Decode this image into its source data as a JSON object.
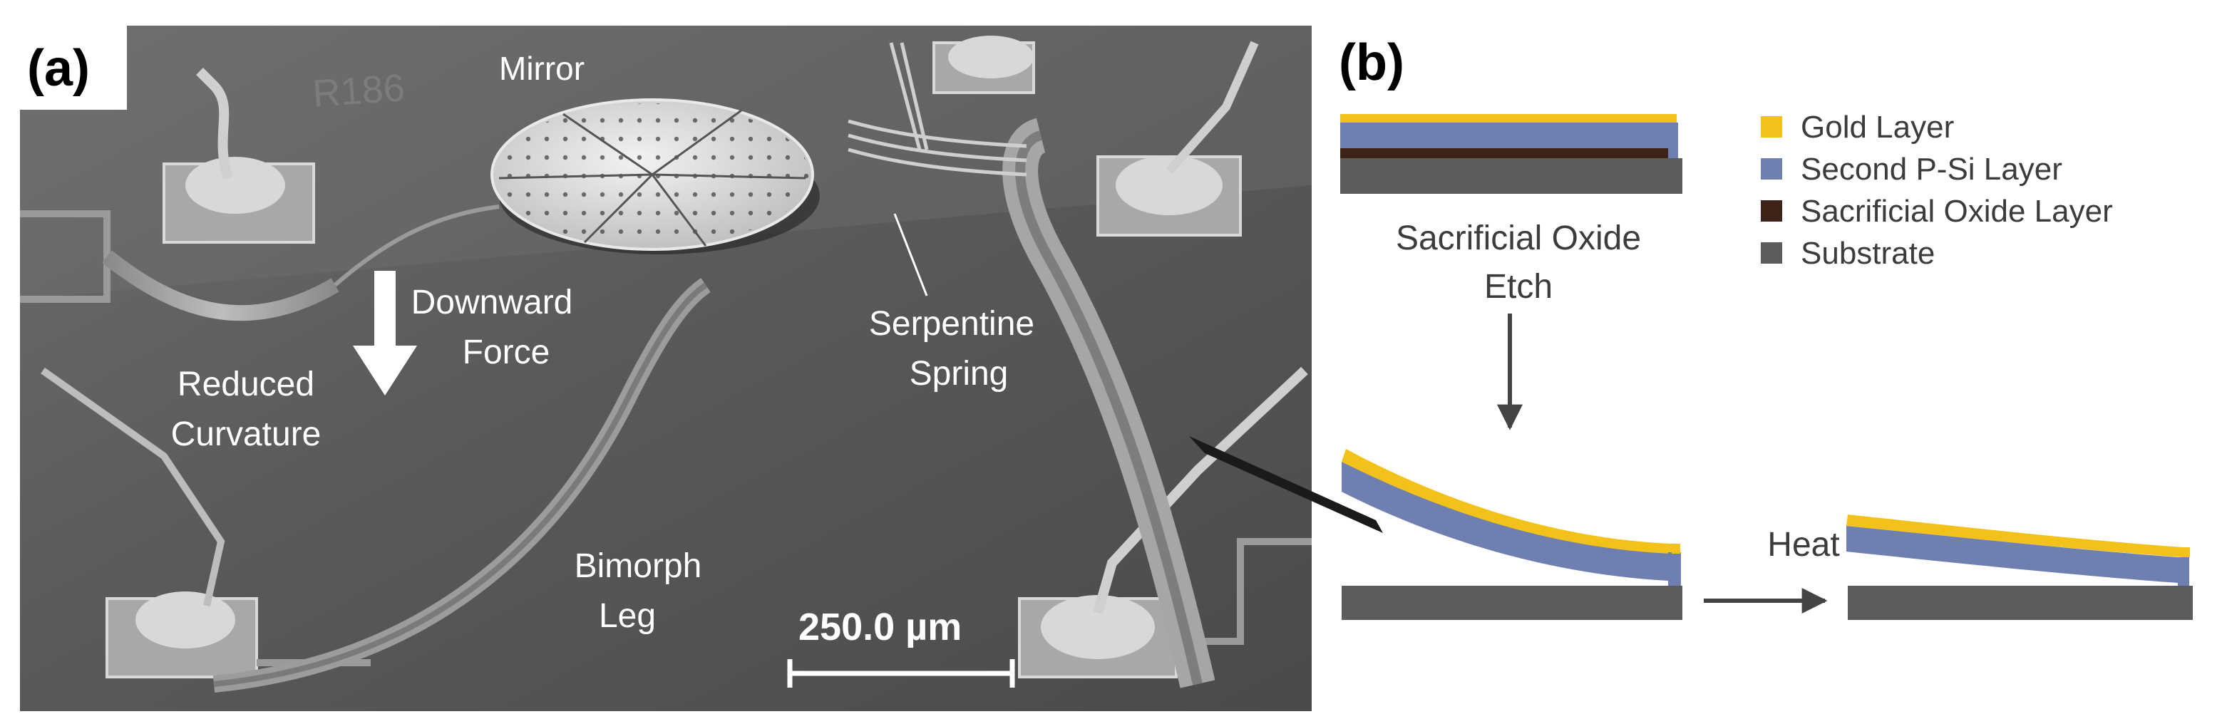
{
  "panel_a": {
    "label": "(a)",
    "annotations": {
      "mirror": "Mirror",
      "downward_force_1": "Downward",
      "downward_force_2": "Force",
      "reduced_curvature_1": "Reduced",
      "reduced_curvature_2": "Curvature",
      "serpentine_spring_1": "Serpentine",
      "serpentine_spring_2": "Spring",
      "bimorph_leg_1": "Bimorph",
      "bimorph_leg_2": "Leg"
    },
    "scale_bar": "250.0 µm"
  },
  "panel_b": {
    "label": "(b)",
    "step_label_1": "Sacrificial Oxide",
    "step_label_2": "Etch",
    "heat_label": "Heat",
    "legend": [
      {
        "label": "Gold Layer",
        "color": "#f2c21b"
      },
      {
        "label": "Second P-Si Layer",
        "color": "#6f7fb0"
      },
      {
        "label": "Sacrificial Oxide Layer",
        "color": "#3e2418"
      },
      {
        "label": "Substrate",
        "color": "#5c5c5c"
      }
    ]
  },
  "colors": {
    "gold": "#f2c21b",
    "psi": "#6f7fb0",
    "oxide": "#3e2418",
    "substrate": "#5c5c5c"
  }
}
